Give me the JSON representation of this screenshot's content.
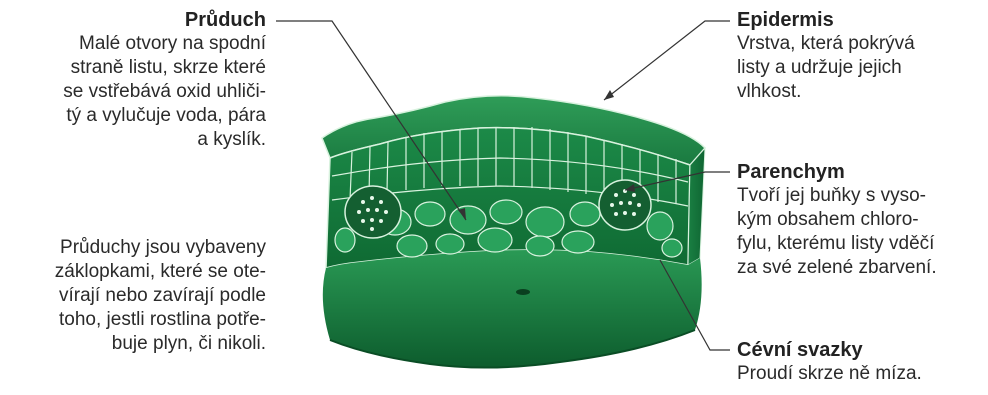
{
  "stoma": {
    "title": "Průduch",
    "lines": [
      "Malé otvory na spodní",
      "straně listu, skrze které",
      "se vstřebává oxid uhliči-",
      "tý a vylučuje voda, pára",
      "a kyslík."
    ]
  },
  "guard_cells": {
    "lines": [
      "Průduchy jsou vybaveny",
      "záklopkami, které se ote-",
      "vírají nebo zavírají podle",
      "toho, jestli rostlina potře-",
      "buje plyn, či nikoli."
    ]
  },
  "epidermis": {
    "title": "Epidermis",
    "lines": [
      "Vrstva, která pokrývá",
      "listy a udržuje jejich",
      "vlhkost."
    ]
  },
  "parenchyma": {
    "title": "Parenchym",
    "lines": [
      "Tvoří jej buňky s vyso-",
      "kým obsahem chloro-",
      "fylu, kterému listy vděčí",
      "za své zelené zbarvení."
    ]
  },
  "vascular": {
    "title": "Cévní svazky",
    "lines": [
      "Proudí skrze ně míza."
    ]
  },
  "colors": {
    "leaf_dark": "#0c5a2c",
    "leaf_mid": "#1c8a48",
    "leaf_light": "#46b56e",
    "cell_outline": "#d8f2de",
    "leader_line": "#333333"
  }
}
